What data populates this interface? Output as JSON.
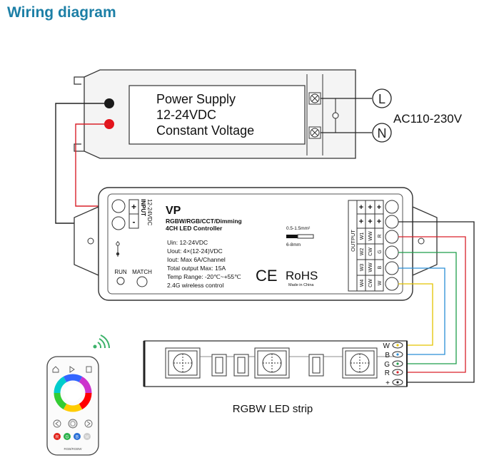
{
  "title": "Wiring diagram",
  "power_supply": {
    "line1": "Power Supply",
    "line2": "12-24VDC",
    "line3": "Constant Voltage",
    "terminal_l": "L",
    "terminal_n": "N",
    "ac_label": "AC110-230V"
  },
  "controller": {
    "model": "VP",
    "subtitle1": "RGBW/RGB/CCT/Dimming",
    "subtitle2": "4CH LED Controller",
    "input_label": "INPUT",
    "input_voltage": "12-24VDC",
    "plus": "+",
    "minus": "-",
    "spec_uin": "Uin: 12-24VDC",
    "spec_uout": "Uout: 4×(12-24)VDC",
    "spec_iout": "Iout: Max 6A/Channel",
    "spec_total": "Total output Max: 15A",
    "spec_temp": "Temp Range: -20℃~+55℃",
    "spec_wireless": "2.4G wireless control",
    "run_label": "RUN",
    "match_label": "MATCH",
    "wire_size": "0.5-1.5mm²",
    "strip_len": "6-8mm",
    "ce": "CE",
    "rohs": "RoHS",
    "made_in": "Made in China",
    "output_label": "OUTPUT",
    "output_cols": [
      [
        "W1",
        "WW",
        "R"
      ],
      [
        "W2",
        "CW",
        "G"
      ],
      [
        "W3",
        "WW",
        "B"
      ],
      [
        "W4",
        "CW",
        "W"
      ]
    ]
  },
  "strip": {
    "label": "RGBW LED strip",
    "pins": [
      "W",
      "B",
      "G",
      "R",
      "+"
    ]
  },
  "remote": {
    "model_label": "RGB/RGBW",
    "btn_r": "R",
    "btn_g": "G",
    "btn_b": "B",
    "btn_w": "W"
  },
  "colors": {
    "title": "#1c7fa6",
    "wire_black": "#222222",
    "wire_red": "#d9212a",
    "wire_green": "#1f9e4a",
    "wire_blue": "#2a8fd6",
    "wire_yellow": "#e3c400",
    "wifi": "#3cb26a"
  }
}
